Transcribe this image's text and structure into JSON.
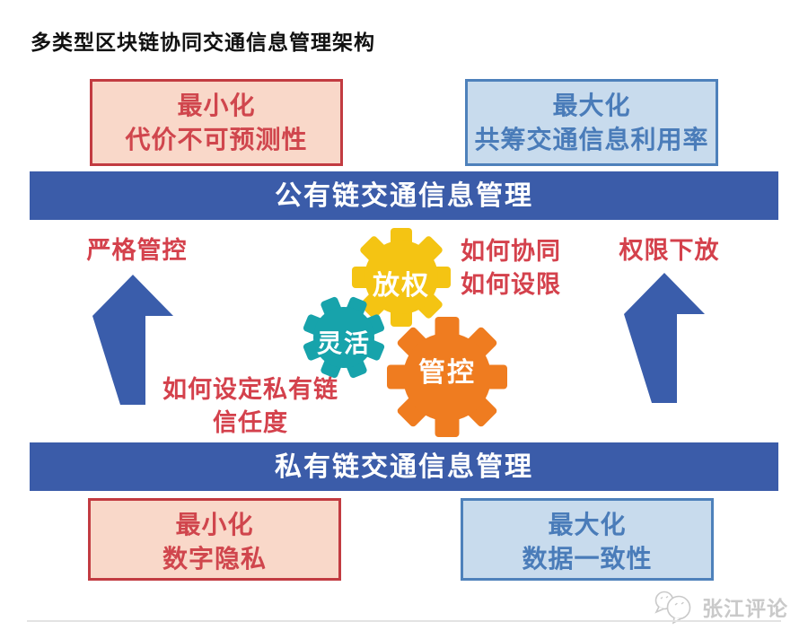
{
  "title": "多类型区块链协同交通信息管理架构",
  "public_chain_bar": "公有链交通信息管理",
  "private_chain_bar": "私有链交通信息管理",
  "boxes": {
    "top_left": {
      "line1": "最小化",
      "line2": "代价不可预测性"
    },
    "top_right": {
      "line1": "最大化",
      "line2": "共筹交通信息利用率"
    },
    "bottom_left": {
      "line1": "最小化",
      "line2": "数字隐私"
    },
    "bottom_right": {
      "line1": "最大化",
      "line2": "数据一致性"
    }
  },
  "annotations": {
    "left_arrow_label": "严格管控",
    "right_arrow_label": "权限下放",
    "center_question_line1": "如何协同",
    "center_question_line2": "如何设限",
    "private_question_line1": "如何设定私有链",
    "private_question_line2": "信任度"
  },
  "gears": {
    "top_label": "放权",
    "left_label": "灵活",
    "right_label": "管控"
  },
  "watermark": {
    "label": "张江评论",
    "icon": "chat-bubbles-icon"
  },
  "colors": {
    "bar_blue": "#3b5ca9",
    "arrow_blue": "#3a5dab",
    "annotation_red": "#d4414c",
    "minimize_fill": "#f9d8c9",
    "minimize_border": "#c23b41",
    "minimize_text": "#d0464d",
    "maximize_fill": "#c8dbed",
    "maximize_border": "#4e81bb",
    "maximize_text": "#4a7cb9",
    "gear_yellow": "#f4c413",
    "gear_teal": "#17a3ab",
    "gear_orange": "#ef7c20",
    "watermark_gray": "#c9c9c9"
  }
}
